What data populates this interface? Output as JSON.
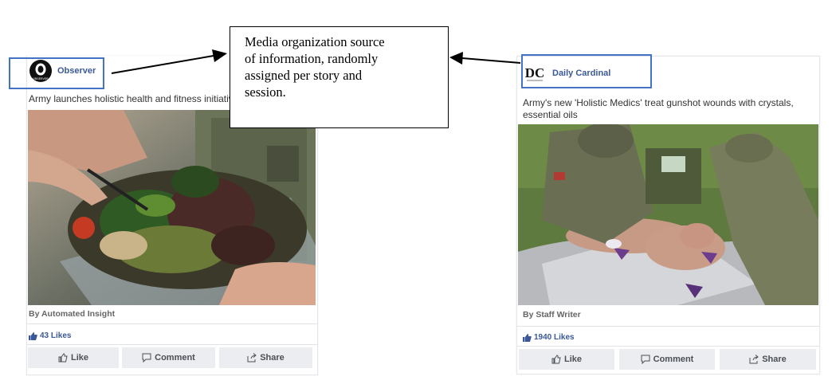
{
  "callout": {
    "lines": [
      "Media organization source",
      "of information, randomly",
      "assigned per story and",
      "session."
    ]
  },
  "left_post": {
    "source_name": "Observer",
    "logo_text": "OBSERVER",
    "headline": "Army launches holistic health and fitness initiative",
    "byline": "By Automated Insight",
    "likes": "43 Likes",
    "actions": {
      "like": "Like",
      "comment": "Comment",
      "share": "Share"
    }
  },
  "right_post": {
    "source_name": "Daily Cardinal",
    "logo_text": "DC",
    "headline_line1": "Army's new 'Holistic Medics' treat gunshot wounds with crystals,",
    "headline_line2": "essential oils",
    "byline": "By Staff Writer",
    "likes": "1940 Likes",
    "actions": {
      "like": "Like",
      "comment": "Comment",
      "share": "Share"
    }
  },
  "colors": {
    "link": "#3b5998",
    "highlight": "#4472c4",
    "button_bg": "#ebedf0"
  },
  "icons": [
    "thumbs-up-icon",
    "comment-icon",
    "share-icon"
  ]
}
